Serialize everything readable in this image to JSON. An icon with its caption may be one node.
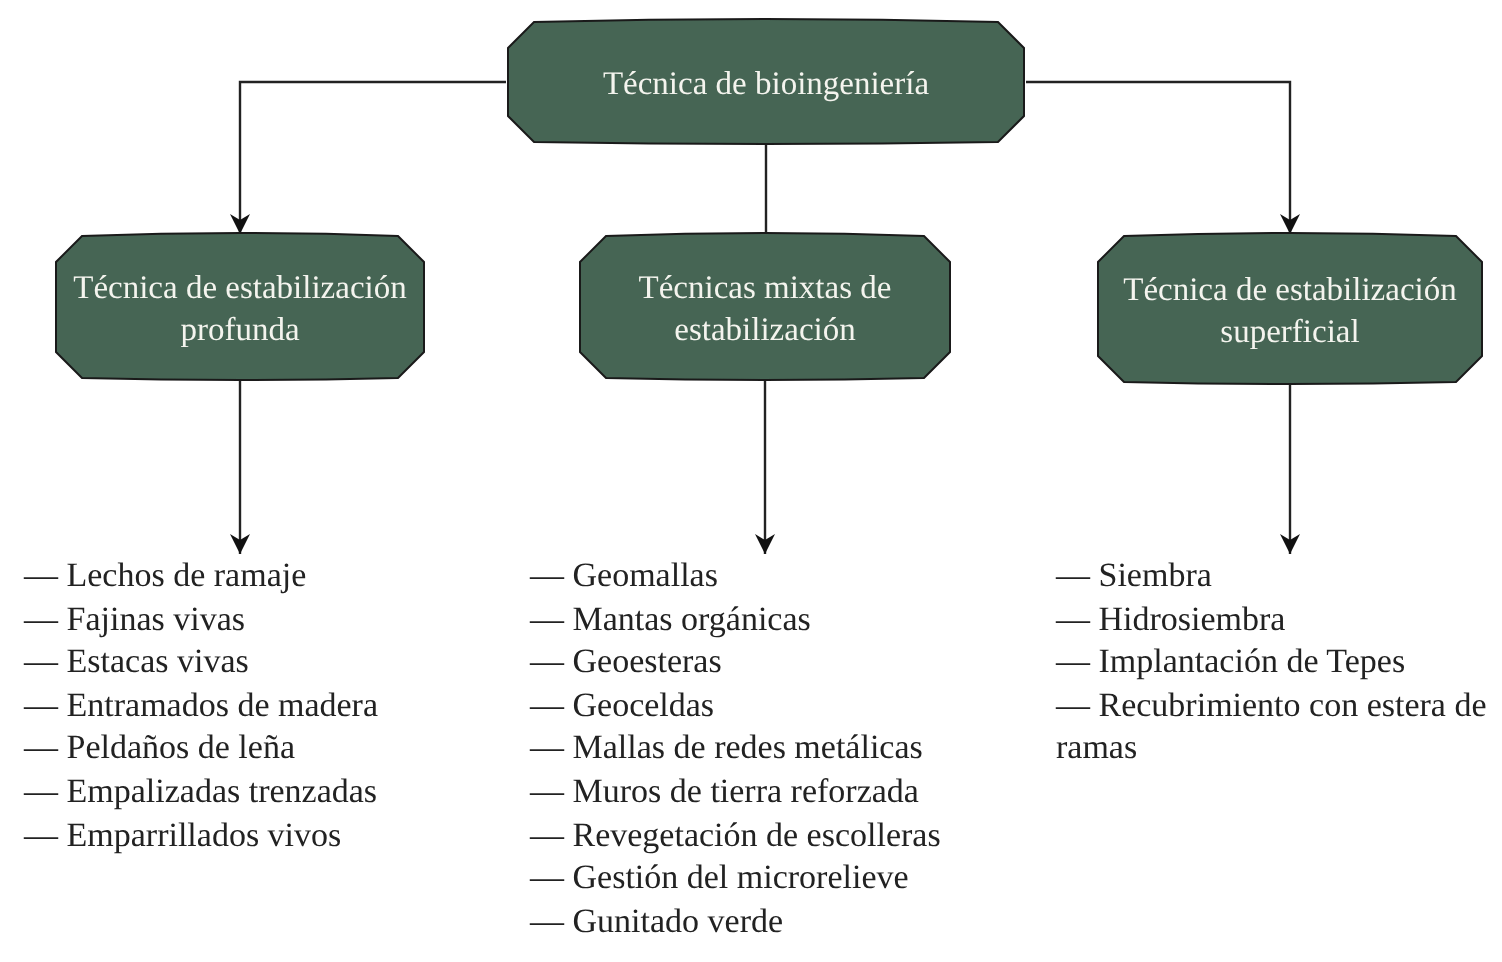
{
  "diagram": {
    "nodes": [
      {
        "text": [
          "Técnica de bioingeniería"
        ]
      },
      {
        "text": [
          "Técnica de estabilización profunda"
        ]
      },
      {
        "text": [
          "Técnicas mixtas de estabilización"
        ]
      },
      {
        "text": [
          "Técnica de estabilización superficial"
        ]
      },
      {
        "text": [
          "— Lechos de ramaje",
          "— Fajinas vivas",
          "— Estacas vivas",
          "— Entramados de madera",
          "— Peldaños de leña",
          "— Empalizadas trenzadas",
          "— Emparrillados vivos"
        ]
      },
      {
        "text": [
          "— Geomallas",
          "— Mantas orgánicas",
          "— Geoesteras",
          "— Geoceldas",
          "— Mallas de redes metálicas",
          "— Muros de tierra reforzada",
          "— Revegetación de escolleras",
          "— Gestión del microrelieve",
          "— Gunitado verde"
        ]
      },
      {
        "text": [
          "— Siembra",
          "— Hidrosiembra",
          "— Implantación de Tepes",
          "— Recubrimiento con estera de ramas"
        ]
      }
    ],
    "edges": [
      {
        "from": 0,
        "to": 1,
        "arrow": "to"
      },
      {
        "from": 0,
        "to": 2,
        "arrow": "none"
      },
      {
        "from": 0,
        "to": 3,
        "arrow": "to"
      },
      {
        "from": 1,
        "to": 4,
        "arrow": "to"
      },
      {
        "from": 2,
        "to": 5,
        "arrow": "to"
      },
      {
        "from": 3,
        "to": 6,
        "arrow": "to"
      }
    ]
  }
}
